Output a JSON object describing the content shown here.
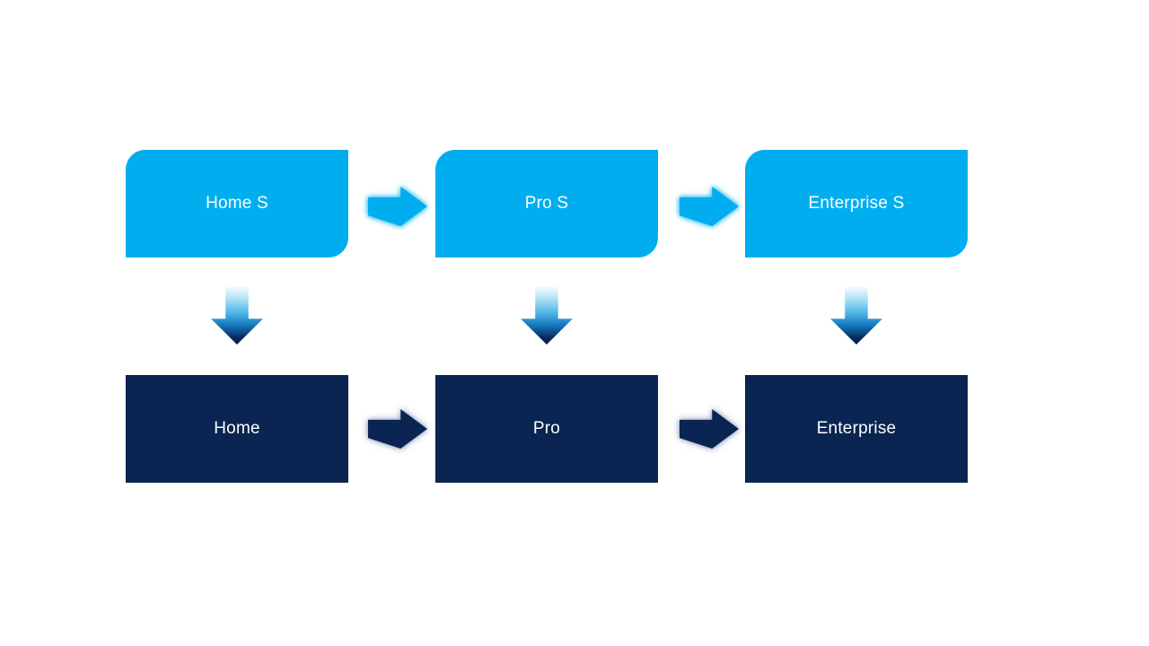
{
  "colors": {
    "light_blue": "#00AEEF",
    "navy": "#0A2551",
    "background": "#FFFFFF",
    "text": "#FFFFFF"
  },
  "top_row": {
    "items": [
      {
        "id": "home-s",
        "label": "Home S"
      },
      {
        "id": "pro-s",
        "label": "Pro S"
      },
      {
        "id": "enterprise-s",
        "label": "Enterprise S"
      }
    ]
  },
  "bottom_row": {
    "items": [
      {
        "id": "home",
        "label": "Home"
      },
      {
        "id": "pro",
        "label": "Pro"
      },
      {
        "id": "enterprise",
        "label": "Enterprise"
      }
    ]
  },
  "edges": [
    {
      "from": "Home S",
      "to": "Pro S",
      "direction": "right"
    },
    {
      "from": "Pro S",
      "to": "Enterprise S",
      "direction": "right"
    },
    {
      "from": "Home S",
      "to": "Home",
      "direction": "down"
    },
    {
      "from": "Pro S",
      "to": "Pro",
      "direction": "down"
    },
    {
      "from": "Enterprise S",
      "to": "Enterprise",
      "direction": "down"
    },
    {
      "from": "Home",
      "to": "Pro",
      "direction": "right"
    },
    {
      "from": "Pro",
      "to": "Enterprise",
      "direction": "right"
    }
  ]
}
